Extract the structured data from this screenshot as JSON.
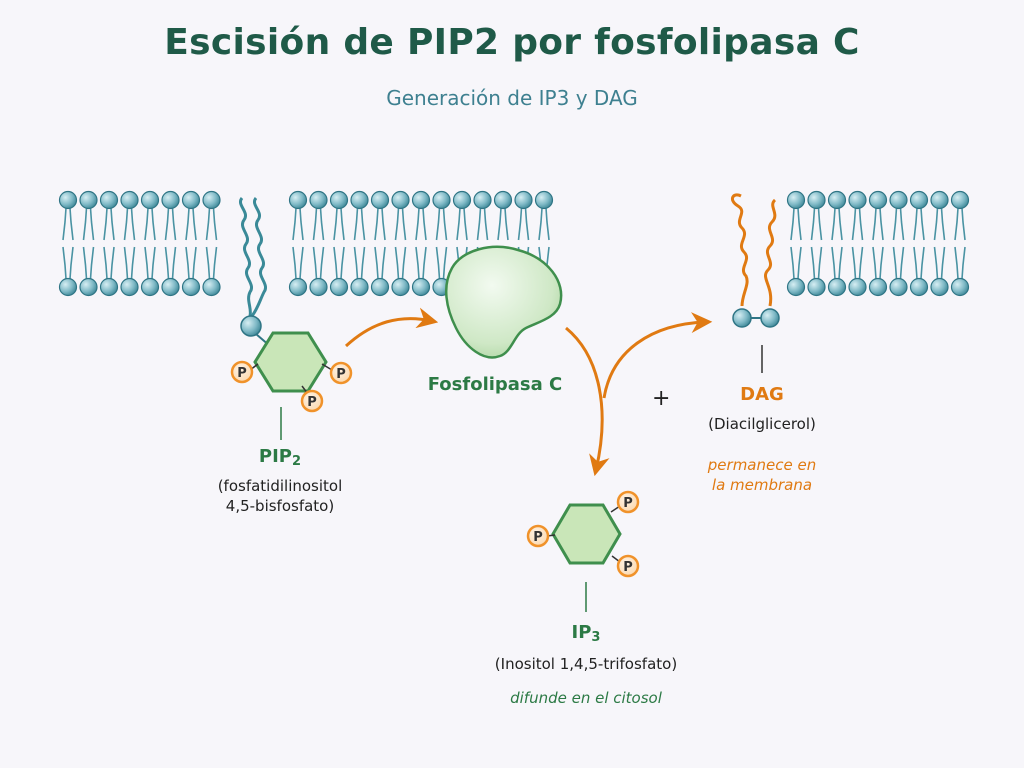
{
  "title": "Escisión de PIP2 por fosfolipasa C",
  "subtitle": "Generación de IP3 y DAG",
  "enzyme": {
    "label": "Fosfolipasa C"
  },
  "pip2": {
    "name": "PIP",
    "name_sub": "2",
    "desc_line1": "(fosfatidilinositol",
    "desc_line2": "4,5-bisfosfato)",
    "phosphate": "P"
  },
  "ip3": {
    "name": "IP",
    "name_sub": "3",
    "desc": "(Inositol 1,4,5-trifosfato)",
    "note": "difunde en el citosol",
    "phosphate": "P"
  },
  "dag": {
    "name": "DAG",
    "desc": "(Diacilglicerol)",
    "note_line1": "permanece en",
    "note_line2": "la membrana"
  },
  "plus_sign": "+",
  "colors": {
    "title": "#1f5a48",
    "subtitle": "#3e8090",
    "membrane": "#4a93a3",
    "ring_fill": "#c9e6b8",
    "ring_stroke": "#3f8f4d",
    "phosphate": "#f0922a",
    "arrow": "#e07a12",
    "enzyme_fill": "#d7edcf"
  }
}
